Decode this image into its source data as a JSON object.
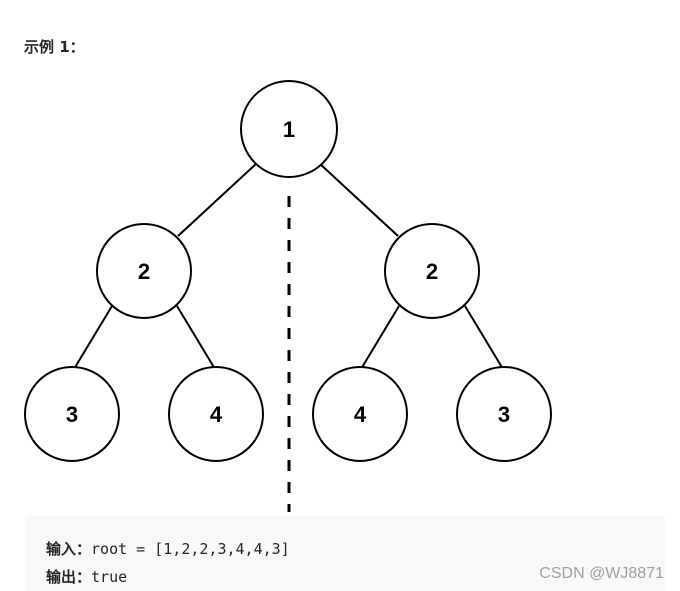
{
  "heading": "示例 1：",
  "tree": {
    "root": "1",
    "left": "2",
    "right": "2",
    "left_left": "3",
    "left_right": "4",
    "right_left": "4",
    "right_right": "3"
  },
  "example": {
    "input_label": "输入：",
    "input_value": "root = [1,2,2,3,4,4,3]",
    "output_label": "输出：",
    "output_value": "true"
  },
  "watermark": "CSDN @WJ8871"
}
